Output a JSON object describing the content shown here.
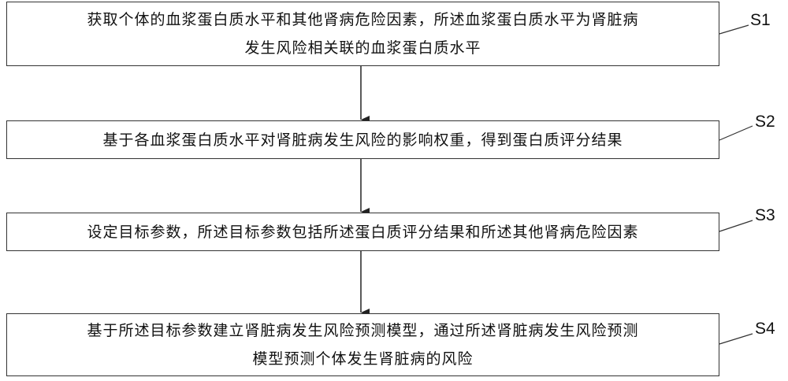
{
  "steps": [
    {
      "id": "S1",
      "lines": [
        "获取个体的血浆蛋白质水平和其他肾病危险因素，所述血浆蛋白质水平为肾脏病",
        "发生风险相关联的血浆蛋白质水平"
      ]
    },
    {
      "id": "S2",
      "lines": [
        "基于各血浆蛋白质水平对肾脏病发生风险的影响权重，得到蛋白质评分结果"
      ]
    },
    {
      "id": "S3",
      "lines": [
        "设定目标参数，所述目标参数包括所述蛋白质评分结果和所述其他肾病危险因素"
      ]
    },
    {
      "id": "S4",
      "lines": [
        "基于所述目标参数建立肾脏病发生风险预测模型，通过所述肾脏病发生风险预测",
        "模型预测个体发生肾脏病的风险"
      ]
    }
  ]
}
